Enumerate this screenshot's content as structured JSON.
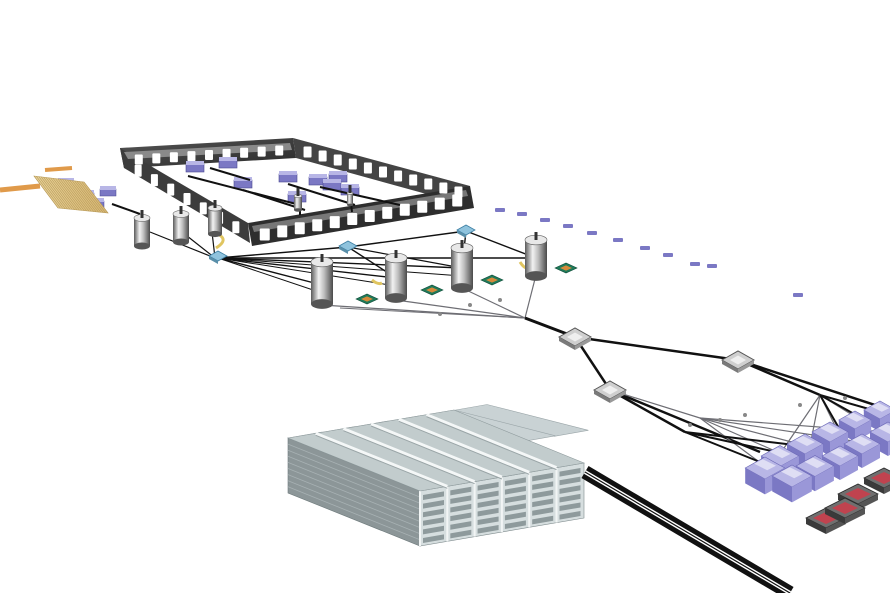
{
  "scene": {
    "background": "#ffffff",
    "colors": {
      "frame_dark": "#3a3a3a",
      "frame_mid": "#6b6b6b",
      "frame_light": "#9a9a9a",
      "link": "#111111",
      "fiber": "#6e6e74",
      "storage_block": "#b9c3c5",
      "storage_block_dark": "#8c9698",
      "node_purple": "#7b78c4",
      "node_purple_light": "#b8b6e6",
      "chip_green": "#1f7a5a",
      "chip_orange": "#d58a3a",
      "switch_blue": "#8fc3dd",
      "rack_red": "#c0434f",
      "tape_orange": "#e0a35a",
      "tape_cream": "#e9d9a6"
    },
    "components": {
      "frame": "datacenter-ring-frame",
      "servers": "server-cylinders",
      "switches": "network-switches",
      "storage": "storage-array",
      "nodes": "compute-nodes",
      "chips": "processor-chips"
    }
  }
}
